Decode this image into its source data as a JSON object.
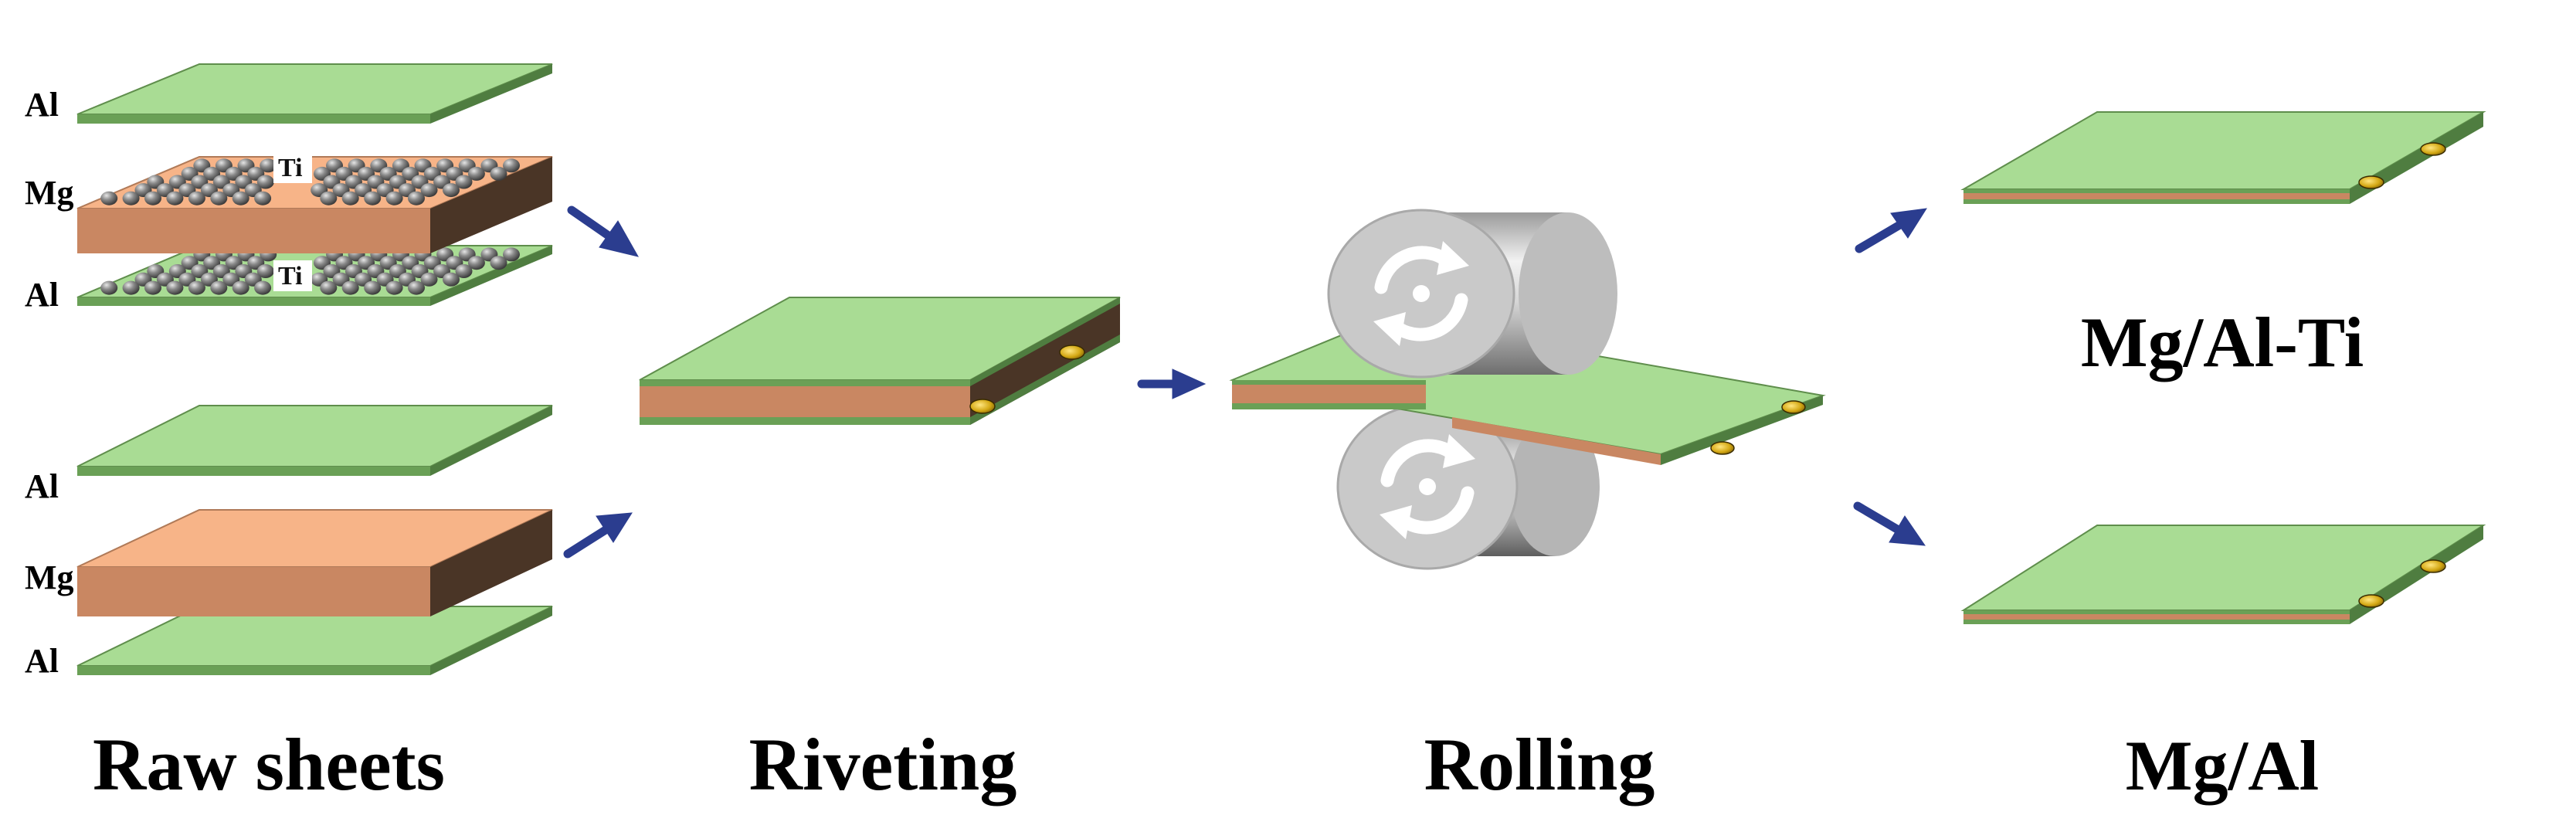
{
  "stack_ti": {
    "top_label": "Al",
    "mid_label": "Mg",
    "bottom_label": "Al",
    "particle_label_mg": "Ti",
    "particle_label_al": "Ti"
  },
  "stack_plain": {
    "top_label": "Al",
    "mid_label": "Mg",
    "bottom_label": "Al"
  },
  "stages": {
    "raw": "Raw sheets",
    "riveting": "Riveting",
    "rolling": "Rolling"
  },
  "products": {
    "with_ti": "Mg/Al-Ti",
    "plain": "Mg/Al"
  },
  "colors": {
    "al_top": "#a9dc94",
    "al_front": "#6aa056",
    "al_side": "#4f7d40",
    "mg_top": "#f7b488",
    "mg_front": "#c98762",
    "mg_side": "#4a3526",
    "particle": "#6f6f6f",
    "arrow": "#2b3d8f",
    "rivet": "#d4a814",
    "roller": "#c9c9c9"
  },
  "icons": {
    "arrow": "arrow-right-icon",
    "rotate": "rotate-arrows-icon",
    "rivet": "rivet-icon"
  }
}
